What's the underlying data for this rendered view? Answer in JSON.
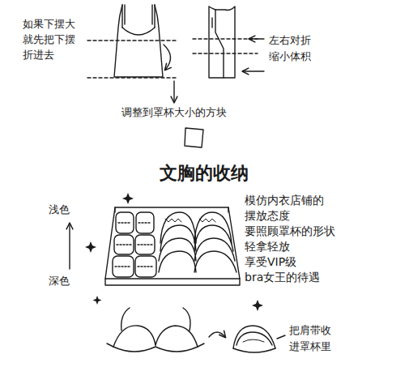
{
  "diagram": {
    "title": "文胸的收纳",
    "labels": [
      "如果下摆大 就先把下摆 折进去",
      "左右对折 缩小体积",
      "调整到罩杯大小的方块",
      "浅色",
      "深色",
      "模仿内衣店铺的 摆放态度 要照顾罩杯的形状 轻拿轻放 享受VIP级 bra女王的待遇",
      "把肩带收 进罩杯里"
    ]
  }
}
